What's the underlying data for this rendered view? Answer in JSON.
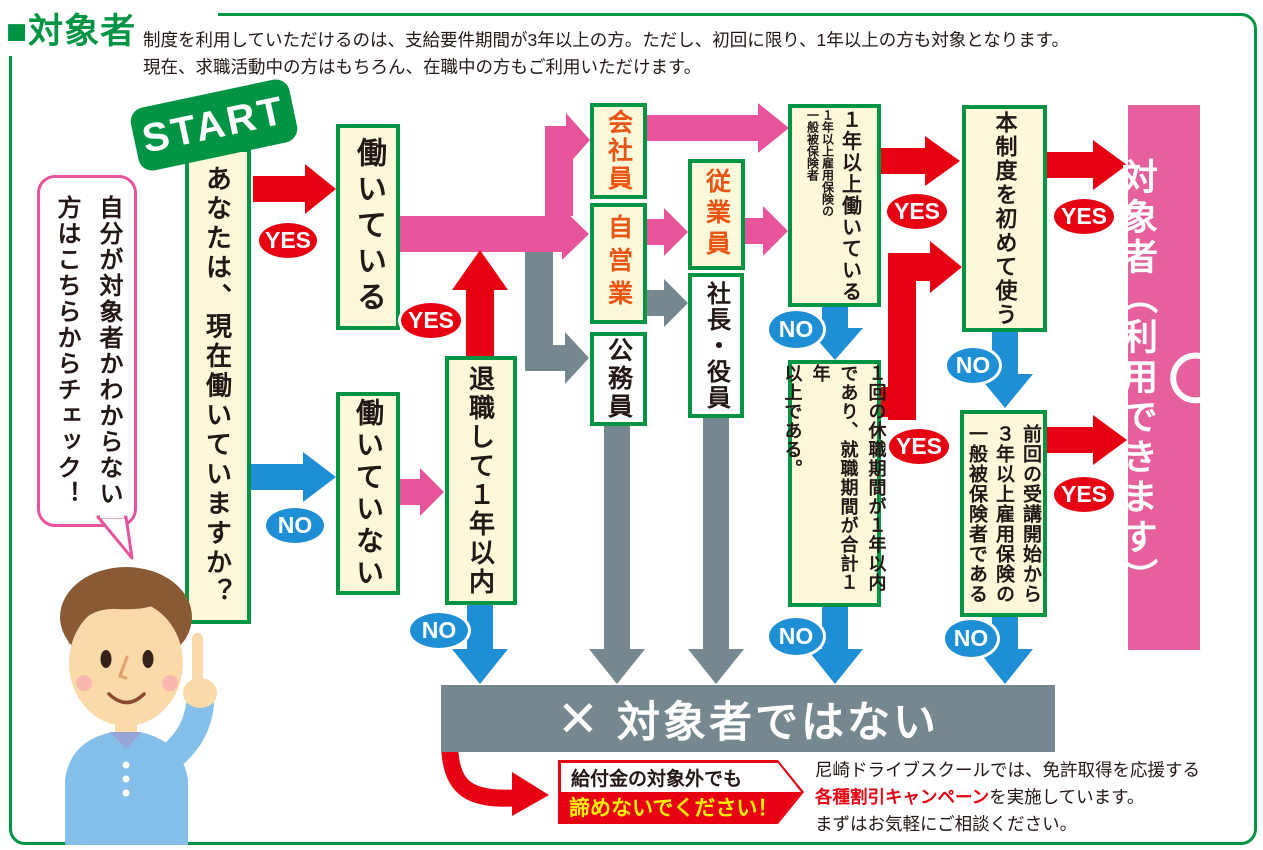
{
  "header": {
    "title": "■対象者",
    "description_line1": "制度を利用していただけるのは、支給要件期間が3年以上の方。ただし、初回に限り、1年以上の方も対象となります。",
    "description_line2": "現在、求職活動中の方はもちろん、在職中の方もご利用いただけます。"
  },
  "start_badge": "START",
  "speech_bubble": "自分が対象者かわからない\n方はこちらからチェック！",
  "labels": {
    "yes": "YES",
    "no": "NO"
  },
  "nodes": {
    "q_working": "あなたは、現在働いていますか？",
    "working": "働いている",
    "not_working": "働いていない",
    "retired_within_1yr": "退職して１年以内",
    "company_employee": "会社員",
    "self_employed": "自営業",
    "civil_servant": "公務員",
    "employee": "従業員",
    "president_officer": "社長・役員",
    "worked_over_1yr": "１年以上働いている",
    "worked_over_1yr_sub": "１年以上雇用保険の\n一般被保険者",
    "leave_condition": "１回の休職期間が１年以内\nであり、就職期間が合計１年\n以上である。",
    "first_time_use": "本制度を初めて使う",
    "since_last_course": "前回の受講開始から\n３年以上雇用保険の\n一般被保険者である",
    "eligible_mark": "〇",
    "eligible_text": "対象者（利用できます）",
    "not_eligible_mark": "✕",
    "not_eligible_text": "対象者ではない"
  },
  "footer": {
    "callout_line1": "給付金の対象外でも",
    "callout_line2": "諦めないでください！",
    "note_line1": "尼崎ドライブスクールでは、免許取得を応援する",
    "note_highlight": "各種割引キャンペーン",
    "note_line2_rest": "を実施しています。",
    "note_line3": "まずはお気軽にご相談ください。"
  },
  "colors": {
    "green": "#009444",
    "cream": "#FCF9DB",
    "orange": "#EA5514",
    "red": "#E60012",
    "blue": "#1E8FD4",
    "pink": "#E8549B",
    "pink_banner": "#E7609E",
    "gray": "#76888F",
    "yellow": "#FFF100"
  }
}
